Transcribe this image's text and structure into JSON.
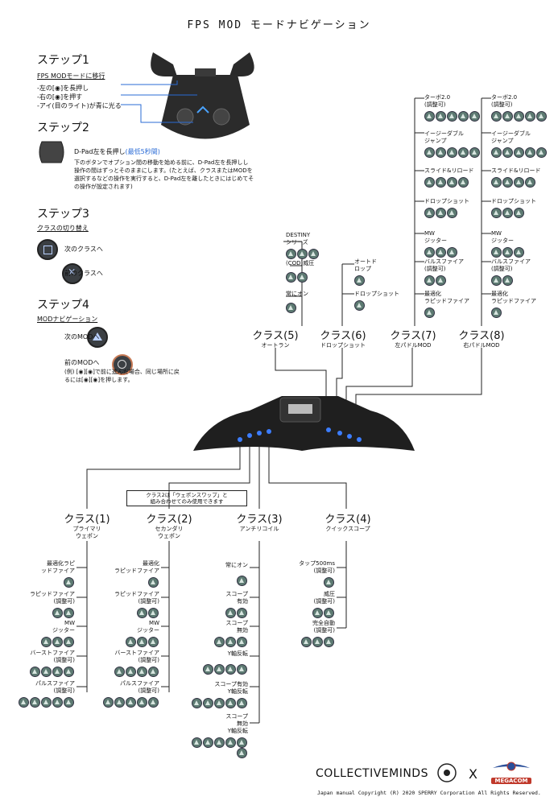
{
  "title": "FPS MOD モードナビゲーション",
  "step1": {
    "heading": "ステップ1",
    "sub": "FPS MODモードに移行",
    "lines": [
      "-左の[◉]を長押し",
      "-右の[◉]を押す",
      "-アイ(目のライト)が青に光る"
    ]
  },
  "step2": {
    "heading": "ステップ2",
    "line1a": "D-Pad左を長押し",
    "line1b": "(最低5秒間)",
    "desc": [
      "下のボタンでオプション間の移動を始める前に、D-Pad左を長押しし",
      "操作の間はずっとそのままにします。(たとえば、クラスまたはMODを",
      "選択するなどの操作を実行すると、D-Pad左を離したときにはじめてそ",
      "の操作が設定されます)"
    ]
  },
  "step3": {
    "heading": "ステップ3",
    "sub": "クラスの切り替え",
    "next": "次のクラスへ",
    "prev": "前のクラスへ"
  },
  "step4": {
    "heading": "ステップ4",
    "sub": "MODナビゲーション",
    "next": "次のMODへ",
    "prev": "前のMODへ",
    "note": [
      "(例) [◉][◉]で前に進んだ場合、同じ場所に戻",
      "るには[◉][◉]を押します。"
    ]
  },
  "classes_top": [
    {
      "label": "クラス(5)",
      "sub": "オートラン"
    },
    {
      "label": "クラス(6)",
      "sub": "ドロップショット"
    },
    {
      "label": "クラス(7)",
      "sub": "左パドルMOD"
    },
    {
      "label": "クラス(8)",
      "sub": "右パドルMOD"
    }
  ],
  "class5_items": [
    {
      "lines": [
        "DESTINY",
        "シリーズ"
      ],
      "n": 3
    },
    {
      "lines": [
        "(COD)威圧"
      ],
      "n": 2
    },
    {
      "lines": [
        "常にオン"
      ],
      "n": 1
    }
  ],
  "class6_items": [
    {
      "lines": [
        "オートド",
        "ロップ"
      ],
      "n": 1
    },
    {
      "lines": [
        "ドロップショット"
      ],
      "n": 1
    }
  ],
  "class7_items": [
    {
      "lines": [
        "ターボ2.0",
        "(調整可)"
      ],
      "n": 5
    },
    {
      "lines": [
        "イージーダブル",
        "ジャンプ"
      ],
      "n": 5
    },
    {
      "lines": [
        "スライド&リロード"
      ],
      "n": 4
    },
    {
      "lines": [
        "ドロップショット"
      ],
      "n": 3
    },
    {
      "lines": [
        "MW",
        "ジッター"
      ],
      "n": 3
    },
    {
      "lines": [
        "バルスファイア",
        "(調整可)"
      ],
      "n": 2
    },
    {
      "lines": [
        "最適化",
        "ラピッドファイア"
      ],
      "n": 1
    }
  ],
  "class8_items": [
    {
      "lines": [
        "ターボ2.0",
        "(調整可)"
      ],
      "n": 5
    },
    {
      "lines": [
        "イージーダブル",
        "ジャンプ"
      ],
      "n": 5
    },
    {
      "lines": [
        "スライド&リロード"
      ],
      "n": 4
    },
    {
      "lines": [
        "ドロップショット"
      ],
      "n": 3
    },
    {
      "lines": [
        "MW",
        "ジッター"
      ],
      "n": 3
    },
    {
      "lines": [
        "バルスファイア",
        "(調整可)"
      ],
      "n": 2
    },
    {
      "lines": [
        "最適化",
        "ラピッドファイア"
      ],
      "n": 1
    }
  ],
  "note_box": [
    "クラス2は「ウェポンスワップ」と",
    "組み合わせてのみ使用できます"
  ],
  "classes_bottom": [
    {
      "label": "クラス(1)",
      "sub": [
        "プライマリ",
        "ウェポン"
      ]
    },
    {
      "label": "クラス(2)",
      "sub": [
        "セカンダリ",
        "ウェポン"
      ]
    },
    {
      "label": "クラス(3)",
      "sub": [
        "アンチリコイル"
      ]
    },
    {
      "label": "クラス(4)",
      "sub": [
        "クイックスコープ"
      ]
    }
  ],
  "class1_items": [
    {
      "lines": [
        "最適化ラピ",
        "ッドファイア"
      ],
      "n": 1
    },
    {
      "lines": [
        "ラピッドファイア",
        "(調整可)"
      ],
      "n": 2
    },
    {
      "lines": [
        "MW",
        "ジッター"
      ],
      "n": 3
    },
    {
      "lines": [
        "バーストファイア",
        "(調整可)"
      ],
      "n": 4
    },
    {
      "lines": [
        "パルスファイア",
        "(調整可)"
      ],
      "n": 5
    }
  ],
  "class2_items": [
    {
      "lines": [
        "最適化",
        "ラピッドファイア"
      ],
      "n": 1
    },
    {
      "lines": [
        "ラピッドファイア",
        "(調整可)"
      ],
      "n": 2
    },
    {
      "lines": [
        "MW",
        "ジッター"
      ],
      "n": 3
    },
    {
      "lines": [
        "バーストファイア",
        "(調整可)"
      ],
      "n": 4
    },
    {
      "lines": [
        "パルスファイア",
        "(調整可)"
      ],
      "n": 5
    }
  ],
  "class3_items": [
    {
      "lines": [
        "常にオン"
      ],
      "n": 1
    },
    {
      "lines": [
        "スコープ",
        "有効"
      ],
      "n": 2
    },
    {
      "lines": [
        "スコープ",
        "無効"
      ],
      "n": 3
    },
    {
      "lines": [
        "Y軸反転"
      ],
      "n": 4
    },
    {
      "lines": [
        "スコープ有効",
        "Y軸反転"
      ],
      "n": 5
    },
    {
      "lines": [
        "スコープ",
        "無効",
        "Y軸反転"
      ],
      "n": 6
    }
  ],
  "class4_items": [
    {
      "lines": [
        "タップ500ms",
        "(調整可)"
      ],
      "n": 1
    },
    {
      "lines": [
        "威圧",
        "(調整可)"
      ],
      "n": 2
    },
    {
      "lines": [
        "完全自動",
        "(調整可)"
      ],
      "n": 3
    }
  ],
  "footer": {
    "brand1": "COLLECTIVEMINDS",
    "x": "X",
    "brand2": "MEGACOM",
    "copyright": "Japan manual Copyright (R) 2020 SPERRY Corporation All Rights Reserved."
  }
}
